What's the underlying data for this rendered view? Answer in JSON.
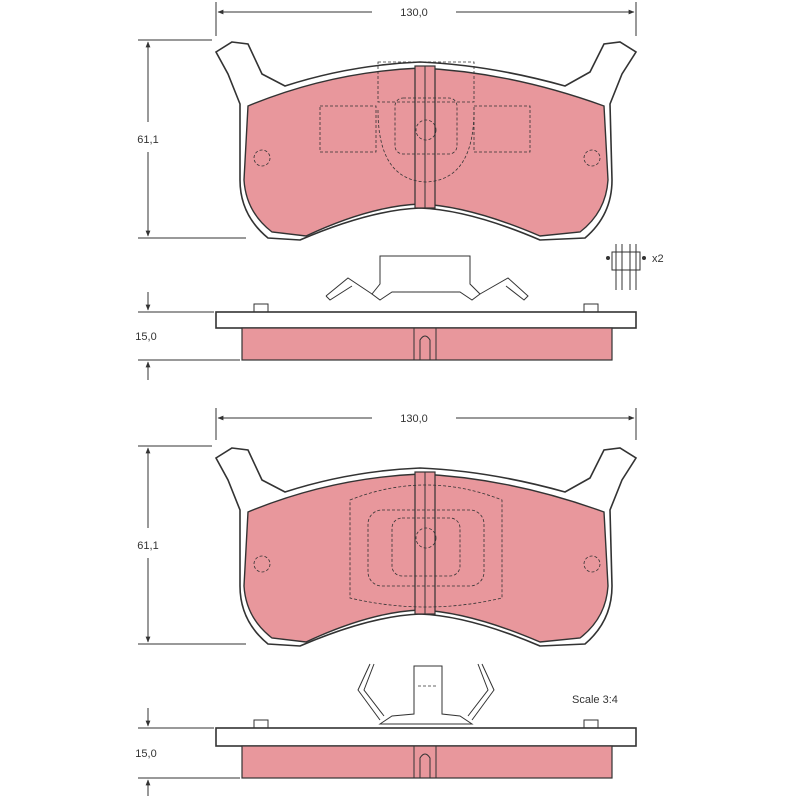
{
  "colors": {
    "pad_fill": "#e8979c",
    "line": "#333333",
    "plate": "#ffffff"
  },
  "top_pad": {
    "width_label": "130,0",
    "height_label": "61,1",
    "thickness_label": "15,0",
    "qty_label": "x2"
  },
  "bottom_pad": {
    "width_label": "130,0",
    "height_label": "61,1",
    "thickness_label": "15,0"
  },
  "scale_label": "Scale 3:4"
}
